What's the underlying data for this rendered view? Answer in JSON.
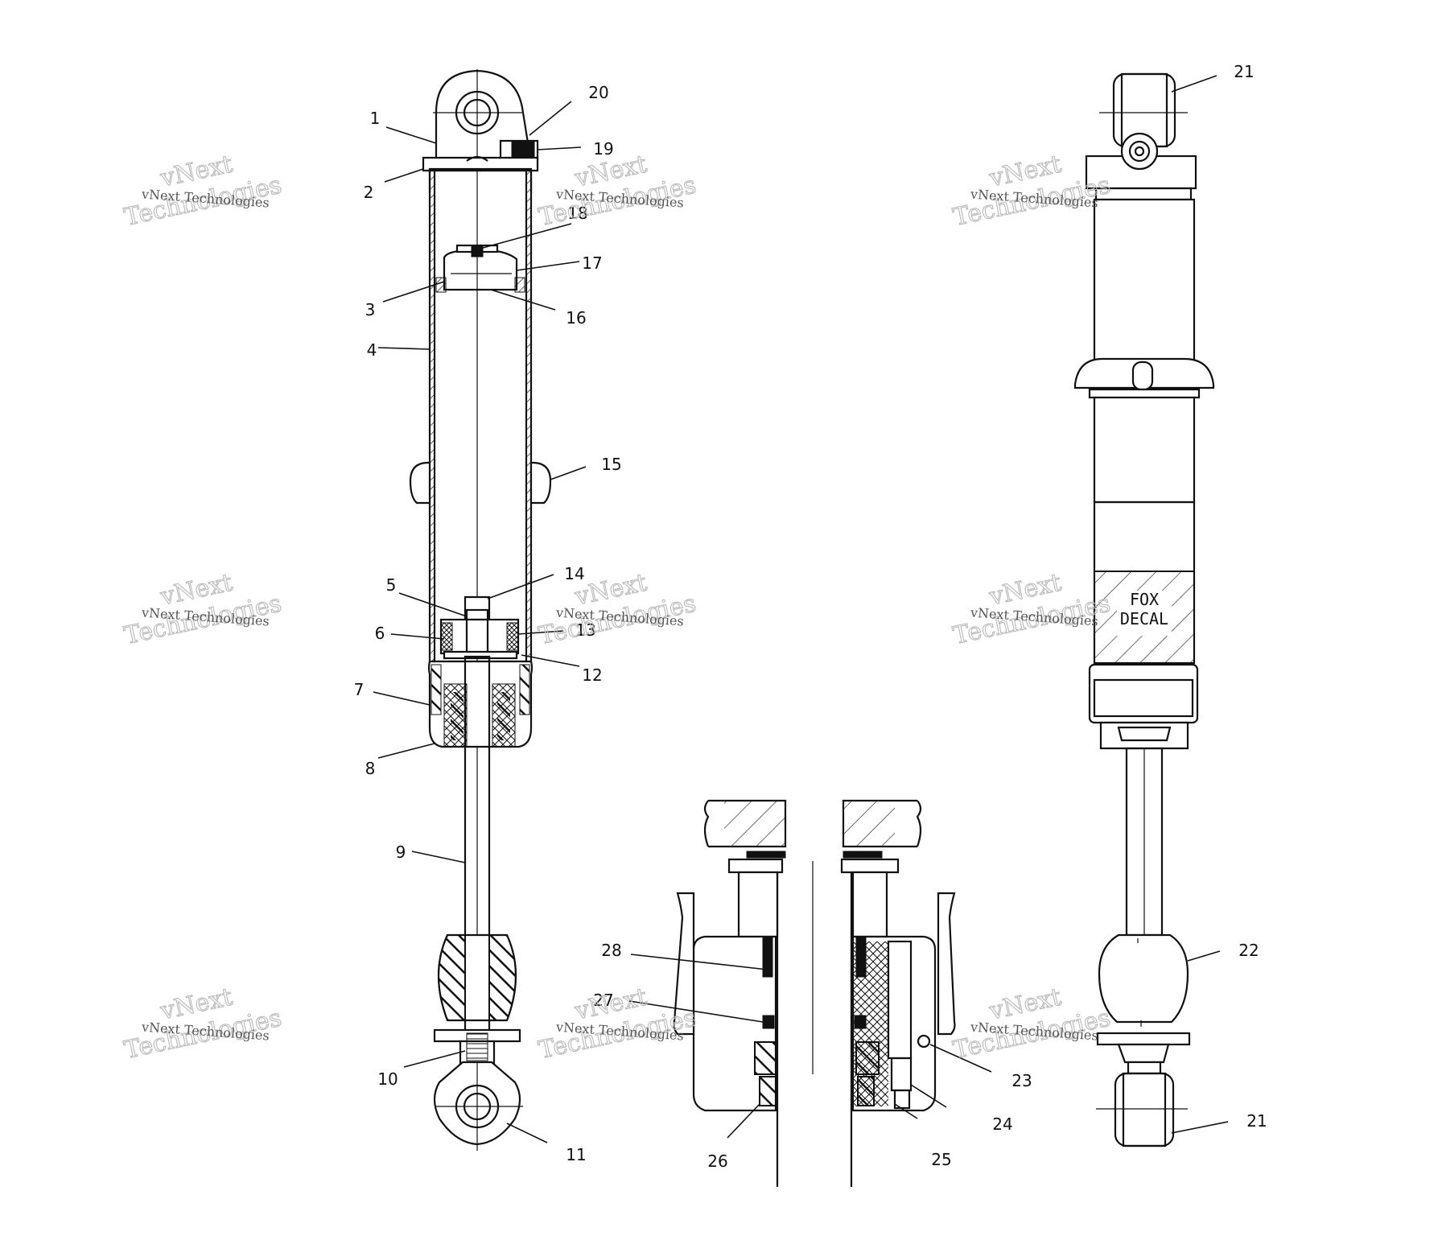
{
  "watermark": {
    "small_text": "vNext Technologies",
    "line1": "vNext",
    "line2": "Technologies"
  },
  "decal": {
    "line1": "FOX",
    "line2": "DECAL"
  },
  "callouts": [
    "1",
    "2",
    "3",
    "4",
    "5",
    "6",
    "7",
    "8",
    "9",
    "10",
    "11",
    "12",
    "13",
    "14",
    "15",
    "16",
    "17",
    "18",
    "19",
    "20",
    "21",
    "21",
    "22",
    "23",
    "24",
    "25",
    "26",
    "27",
    "28"
  ]
}
